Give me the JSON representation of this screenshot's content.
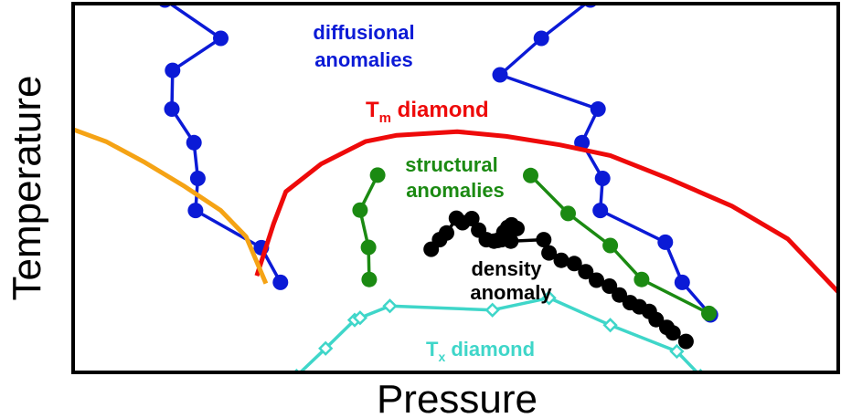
{
  "chart_data": {
    "type": "line",
    "xlabel": "Pressure",
    "ylabel": "Temperature",
    "xlim": [
      0,
      100
    ],
    "ylim": [
      0,
      100
    ],
    "grid": false,
    "annotations": {
      "diffusional": {
        "lines": [
          "diffusional",
          "anomalies"
        ],
        "color": "#0b1ad6"
      },
      "tm": {
        "main": "T",
        "sub": "m",
        "rest": " diamond",
        "color": "#ee0a0a"
      },
      "structural": {
        "lines": [
          "structural",
          "anomalies"
        ],
        "color": "#1b8a12"
      },
      "density": {
        "lines": [
          "density",
          "anomaly"
        ],
        "color": "#000000"
      },
      "tx": {
        "main": "T",
        "sub": "x",
        "rest": " diamond",
        "color": "#3fd6c9"
      }
    },
    "series": [
      {
        "key": "diffusional_left",
        "color": "#0b1ad6",
        "marker": "circle",
        "points": [
          [
            12.0,
            101.0
          ],
          [
            19.3,
            90.6
          ],
          [
            13.0,
            81.9
          ],
          [
            12.9,
            71.4
          ],
          [
            15.8,
            62.3
          ],
          [
            16.3,
            52.6
          ],
          [
            16.0,
            43.9
          ],
          [
            24.6,
            33.8
          ],
          [
            27.1,
            24.4
          ]
        ]
      },
      {
        "key": "diffusional_right",
        "color": "#0b1ad6",
        "marker": "circle",
        "points": [
          [
            67.6,
            101.0
          ],
          [
            61.2,
            90.6
          ],
          [
            55.8,
            80.7
          ],
          [
            68.6,
            71.4
          ],
          [
            66.5,
            62.3
          ],
          [
            69.2,
            52.6
          ],
          [
            68.9,
            43.9
          ],
          [
            77.4,
            35.3
          ],
          [
            79.6,
            24.4
          ],
          [
            83.3,
            15.6
          ]
        ]
      },
      {
        "key": "tm_diamond",
        "color": "#ee0a0a",
        "marker": "none",
        "points": [
          [
            24.0,
            26.2
          ],
          [
            26.2,
            40.3
          ],
          [
            27.8,
            49.0
          ],
          [
            32.4,
            56.5
          ],
          [
            38.2,
            62.6
          ],
          [
            42.3,
            64.3
          ],
          [
            50.2,
            65.3
          ],
          [
            56.6,
            64.0
          ],
          [
            63.6,
            61.7
          ],
          [
            70.2,
            58.8
          ],
          [
            78.0,
            52.4
          ],
          [
            86.1,
            45.1
          ],
          [
            93.4,
            36.2
          ],
          [
            100.5,
            20.7
          ]
        ]
      },
      {
        "key": "orange_curve",
        "color": "#f5a315",
        "marker": "none",
        "points": [
          [
            0.0,
            65.9
          ],
          [
            4.3,
            62.6
          ],
          [
            9.4,
            56.9
          ],
          [
            14.6,
            50.4
          ],
          [
            19.3,
            43.9
          ],
          [
            22.6,
            36.8
          ],
          [
            25.2,
            24.1
          ]
        ]
      },
      {
        "key": "structural_left",
        "color": "#1b8a12",
        "marker": "circle",
        "points": [
          [
            39.8,
            53.5
          ],
          [
            37.5,
            44.0
          ],
          [
            38.6,
            33.9
          ],
          [
            38.7,
            25.2
          ]
        ]
      },
      {
        "key": "structural_right",
        "color": "#1b8a12",
        "marker": "circle",
        "points": [
          [
            59.8,
            53.4
          ],
          [
            64.7,
            43.1
          ],
          [
            70.2,
            34.4
          ],
          [
            74.3,
            25.2
          ],
          [
            83.1,
            16.0
          ]
        ]
      },
      {
        "key": "density",
        "color": "#000000",
        "marker": "circle",
        "points": [
          [
            46.8,
            33.4
          ],
          [
            47.9,
            36.0
          ],
          [
            48.8,
            37.8
          ],
          [
            50.1,
            41.8
          ],
          [
            50.9,
            40.6
          ],
          [
            52.1,
            41.7
          ],
          [
            53.0,
            38.6
          ],
          [
            54.0,
            36.0
          ],
          [
            55.0,
            35.6
          ],
          [
            55.5,
            35.8
          ],
          [
            56.0,
            36.0
          ],
          [
            56.3,
            38.0
          ],
          [
            56.8,
            39.3
          ],
          [
            57.3,
            40.0
          ],
          [
            58.0,
            39.0
          ],
          [
            57.2,
            35.6
          ],
          [
            61.5,
            36.0
          ],
          [
            62.2,
            32.4
          ],
          [
            63.8,
            30.4
          ],
          [
            65.5,
            29.5
          ],
          [
            67.0,
            27.3
          ],
          [
            68.4,
            25.0
          ],
          [
            70.1,
            23.4
          ],
          [
            71.4,
            21.0
          ],
          [
            72.8,
            18.9
          ],
          [
            74.0,
            17.8
          ],
          [
            75.3,
            16.5
          ],
          [
            76.2,
            14.3
          ],
          [
            77.6,
            12.2
          ],
          [
            78.4,
            10.7
          ],
          [
            80.1,
            8.4
          ]
        ]
      },
      {
        "key": "tx_diamond",
        "color": "#3fd6c9",
        "marker": "diamond",
        "points": [
          [
            29.2,
            -1.0
          ],
          [
            33.0,
            6.5
          ],
          [
            36.8,
            14.2
          ],
          [
            37.5,
            14.8
          ],
          [
            41.4,
            18.0
          ],
          [
            54.8,
            16.9
          ],
          [
            62.2,
            20.2
          ],
          [
            70.2,
            12.8
          ],
          [
            78.9,
            5.7
          ],
          [
            82.0,
            -1.0
          ]
        ]
      }
    ]
  }
}
